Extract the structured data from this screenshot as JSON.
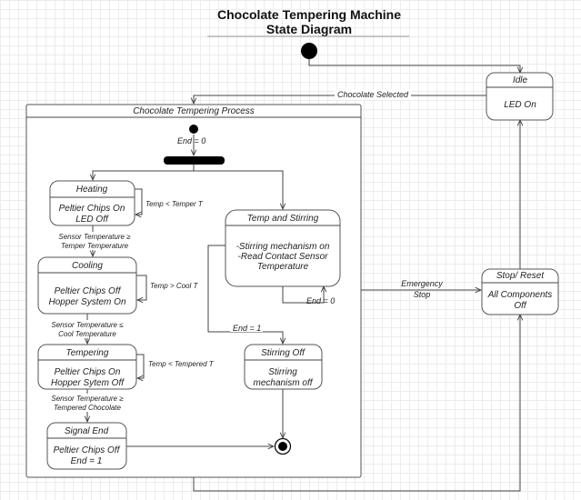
{
  "title": {
    "line1": "Chocolate Tempering Machine",
    "line2": "State Diagram"
  },
  "composite": {
    "name": "Chocolate Tempering Process"
  },
  "states": {
    "idle": {
      "name": "Idle",
      "body": "LED On"
    },
    "heating": {
      "name": "Heating",
      "body1": "Peltier Chips On",
      "body2": "LED Off"
    },
    "cooling": {
      "name": "Cooling",
      "body1": "Peltier Chips Off",
      "body2": "Hopper System On"
    },
    "tempering": {
      "name": "Tempering",
      "body1": "Peltier Chips On",
      "body2": "Hopper Sytem Off"
    },
    "signal_end": {
      "name": "Signal End",
      "body1": "Peltier Chips Off",
      "body2": "End = 1"
    },
    "temp_stirring": {
      "name": "Temp and Stirring",
      "body1": "-Stirring mechanism on",
      "body2": "-Read Contact Sensor",
      "body3": "Temperature"
    },
    "stirring_off": {
      "name": "Stirring Off",
      "body1": "Stirring",
      "body2": "mechanism off"
    },
    "stop_reset": {
      "name": "Stop/ Reset",
      "body1": "All Components",
      "body2": "Off"
    }
  },
  "transitions": {
    "chocolate_selected": "Chocolate Selected",
    "end_init": "End =  0",
    "heating_self": "Temp < Temper T",
    "heating_to_cooling_1": "Sensor Temperature ≥",
    "heating_to_cooling_2": "Temper Temperature",
    "cooling_self": "Temp > Cool T",
    "cooling_to_tempering_1": "Sensor Temperature ≤",
    "cooling_to_tempering_2": "Cool Temperature",
    "tempering_self": "Temp < Tempered T",
    "tempering_to_signal_1": "Sensor Temperature ≥",
    "tempering_to_signal_2": "Tempered Chocolate",
    "stirring_loop": "End = 0",
    "stirring_exit": "End = 1",
    "emergency_1": "Emergency",
    "emergency_2": "Stop"
  }
}
